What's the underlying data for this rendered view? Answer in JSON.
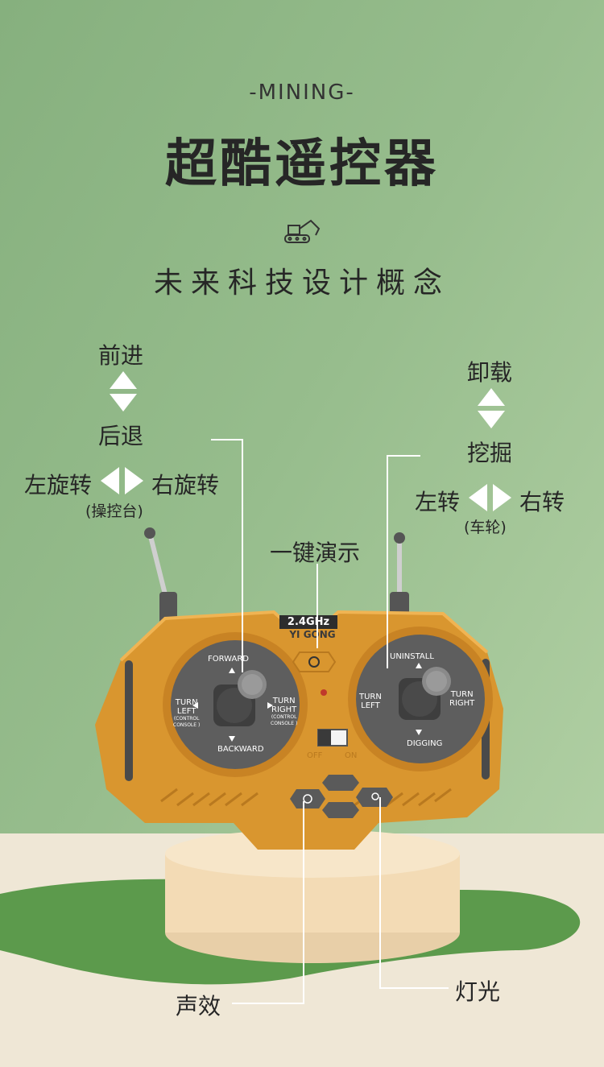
{
  "header": {
    "tag": "-MINING-",
    "title": "超酷遥控器",
    "subtitle": "未来科技设计概念"
  },
  "left_stick": {
    "forward": "前进",
    "backward": "后退",
    "turn_left": "左旋转",
    "turn_right": "右旋转",
    "note": "(操控台)"
  },
  "right_stick": {
    "unload": "卸载",
    "dig": "挖掘",
    "turn_left": "左转",
    "turn_right": "右转",
    "note": "(车轮)"
  },
  "callouts": {
    "demo": "一键演示",
    "sound": "声效",
    "light": "灯光"
  },
  "device": {
    "badge_freq": "2.4GHz",
    "badge_brand": "YI GONG",
    "left_pad": {
      "top": "FORWARD",
      "bottom": "BACKWARD",
      "left_1": "TURN",
      "left_2": "LEFT",
      "left_3": "(CONTROL",
      "left_4": "CONSOLE )",
      "right_1": "TURN",
      "right_2": "RIGHT",
      "right_3": "(CONTROL",
      "right_4": "CONSOLE )"
    },
    "right_pad": {
      "top": "UNINSTALL",
      "bottom": "DIGGING",
      "left_1": "TURN",
      "left_2": "LEFT",
      "right_1": "TURN",
      "right_2": "RIGHT"
    },
    "switch_off": "OFF",
    "switch_on": "ON"
  },
  "colors": {
    "background": "#97bd8d",
    "floor": "#efe7d6",
    "body": "#d9962f",
    "pad": "#5e5e5e",
    "pedestal": "#f4dcb6",
    "mat": "#5c9a4c"
  }
}
